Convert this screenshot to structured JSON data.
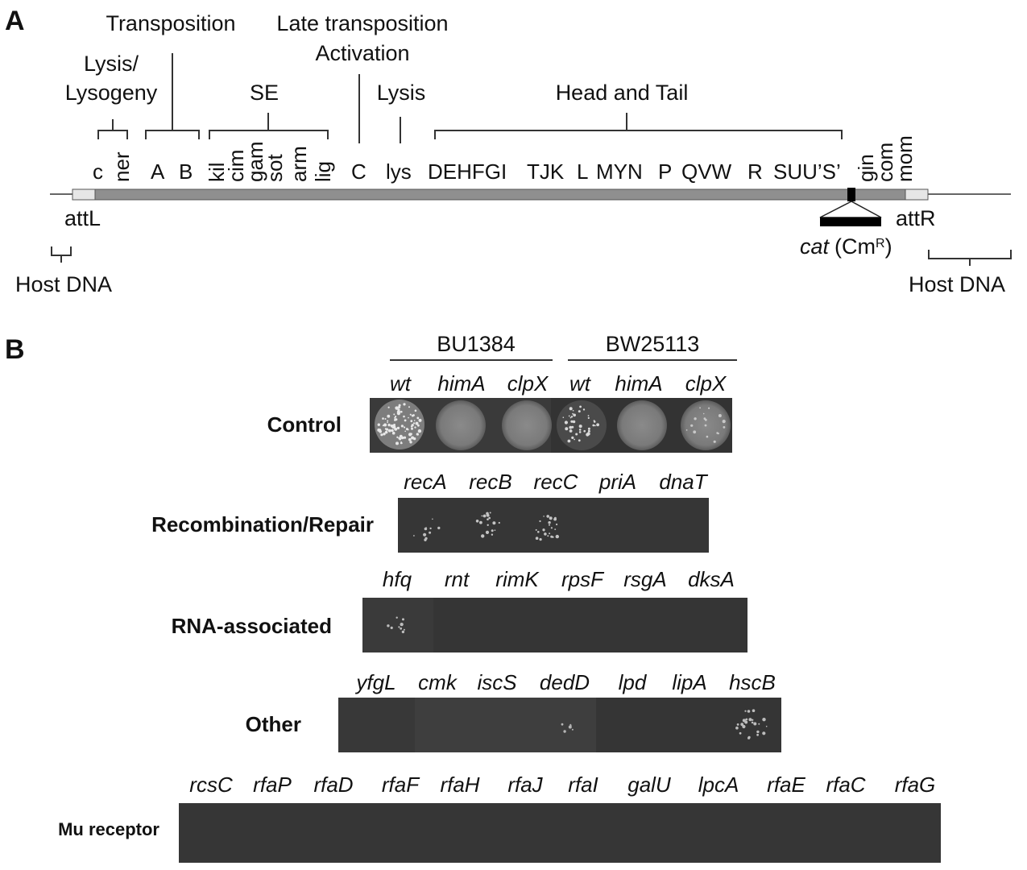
{
  "panel_a": {
    "letter": "A",
    "groups": {
      "transposition": "Transposition",
      "late_transposition": "Late transposition",
      "activation": "Activation",
      "lysis_lysogeny_1": "Lysis/",
      "lysis_lysogeny_2": "Lysogeny",
      "se": "SE",
      "lysis": "Lysis",
      "head_tail": "Head and Tail"
    },
    "genes": {
      "c": "c",
      "ner": "ner",
      "A": "A",
      "B": "B",
      "kil": "kil",
      "cim": "cim",
      "gam": "gam",
      "sot": "sot",
      "arm": "arm",
      "lig": "lig",
      "C": "C",
      "lys": "lys",
      "DEHFGI": "DEHFGI",
      "TJK": "TJK",
      "L": "L",
      "MYN": "MYN",
      "P": "P",
      "QVW": "QVW",
      "R": "R",
      "SUUS": "SUU’S’",
      "gin": "gin",
      "com": "com",
      "mom": "mom"
    },
    "attL": "attL",
    "attR": "attR",
    "host_left": "Host DNA",
    "host_right": "Host DNA",
    "cat": "cat",
    "cm_open": "(Cm",
    "cm_sup": "R",
    "cm_close": ")"
  },
  "panel_b": {
    "letter": "B",
    "strain1": "BU1384",
    "strain2": "BW25113",
    "control": {
      "label": "Control",
      "strains": [
        "wt",
        "himA",
        "clpX",
        "wt",
        "himA",
        "clpX"
      ]
    },
    "recombination": {
      "label": "Recombination/Repair",
      "genes": [
        "recA",
        "recB",
        "recC",
        "priA",
        "dnaT"
      ]
    },
    "rna": {
      "label": "RNA-associated",
      "genes": [
        "hfq",
        "rnt",
        "rimK",
        "rpsF",
        "rsgA",
        "dksA"
      ]
    },
    "other": {
      "label": "Other",
      "genes": [
        "yfgL",
        "cmk",
        "iscS",
        "dedD",
        "lpd",
        "lipA",
        "hscB"
      ]
    },
    "mu": {
      "label": "Mu receptor",
      "genes": [
        "rcsC",
        "rfaP",
        "rfaD",
        "rfaF",
        "rfaH",
        "rfaJ",
        "rfaI",
        "galU",
        "lpcA",
        "rfaE",
        "rfaC",
        "rfaG"
      ]
    }
  },
  "colors": {
    "genome_bar": "#8f8f8f",
    "att_box": "#e6e6e6",
    "plate_dark": "#3a3a3a"
  }
}
